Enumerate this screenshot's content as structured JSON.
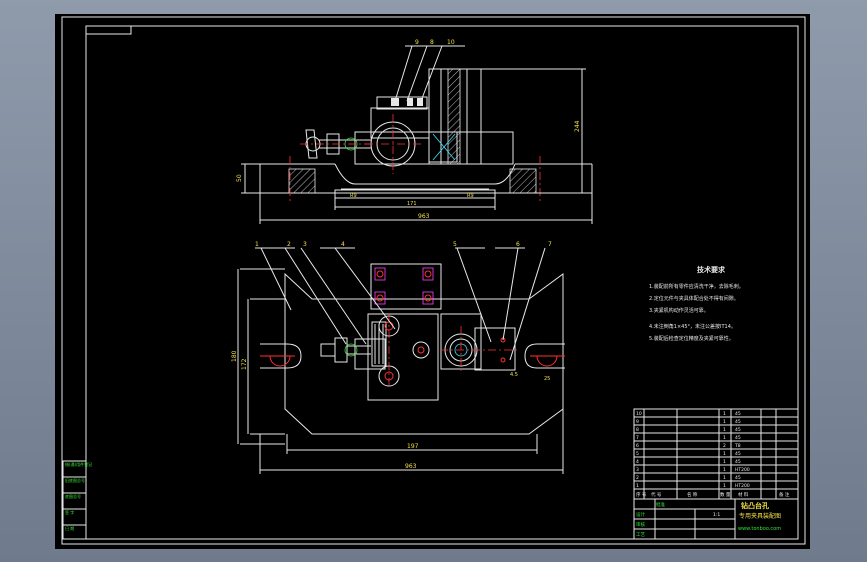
{
  "drawing": {
    "tech_req_title": "技术要求",
    "tech_req_lines": [
      "1.装配前所有零件应清洗干净，去除毛刺。",
      "2.定位元件与夹具体配合处不得有间隙。",
      "3.夹紧机构动作灵活可靠。",
      "4.未注倒角1×45°，未注公差按IT14。",
      "5.装配后检查定位精度及夹紧可靠性。"
    ],
    "dimensions": {
      "front_width": "963",
      "front_inner": "171",
      "front_height": "244",
      "front_left_height": "50",
      "front_r_left": "R9",
      "front_r_right": "R9",
      "top_height": "180",
      "top_inner_height": "172",
      "top_width": "963",
      "top_inner_width": "197",
      "top_right_small": "25",
      "top_note": "4.5"
    },
    "front_balloons": [
      "9",
      "8",
      "10"
    ],
    "top_balloons": [
      "1",
      "2",
      "3",
      "4",
      "5",
      "6",
      "7"
    ],
    "title_block": {
      "title_line1": "钻凸台孔",
      "title_line2": "专用夹具装配图",
      "website": "www.tonboo.com",
      "header_cells": [
        "序 号",
        "代 号",
        "名 称",
        "数 量",
        "材 料",
        "备 注"
      ],
      "rows": [
        [
          "10",
          "",
          "",
          "1",
          "45",
          ""
        ],
        [
          "9",
          "",
          "",
          "1",
          "45",
          ""
        ],
        [
          "8",
          "",
          "",
          "1",
          "45",
          ""
        ],
        [
          "7",
          "",
          "",
          "1",
          "45",
          ""
        ],
        [
          "6",
          "",
          "",
          "2",
          "T8",
          ""
        ],
        [
          "5",
          "",
          "",
          "1",
          "45",
          ""
        ],
        [
          "4",
          "",
          "",
          "1",
          "45",
          ""
        ],
        [
          "3",
          "",
          "",
          "1",
          "HT200",
          ""
        ],
        [
          "2",
          "",
          "",
          "1",
          "45",
          ""
        ],
        [
          "1",
          "",
          "",
          "1",
          "HT200",
          ""
        ]
      ],
      "sign_rows": [
        "设计",
        "审核",
        "工艺",
        "批准"
      ],
      "scale_label": "1:1"
    },
    "left_strip": [
      "借(通)用件登记",
      "旧底图总号",
      "底图总号",
      "签 字",
      "日 期"
    ]
  }
}
